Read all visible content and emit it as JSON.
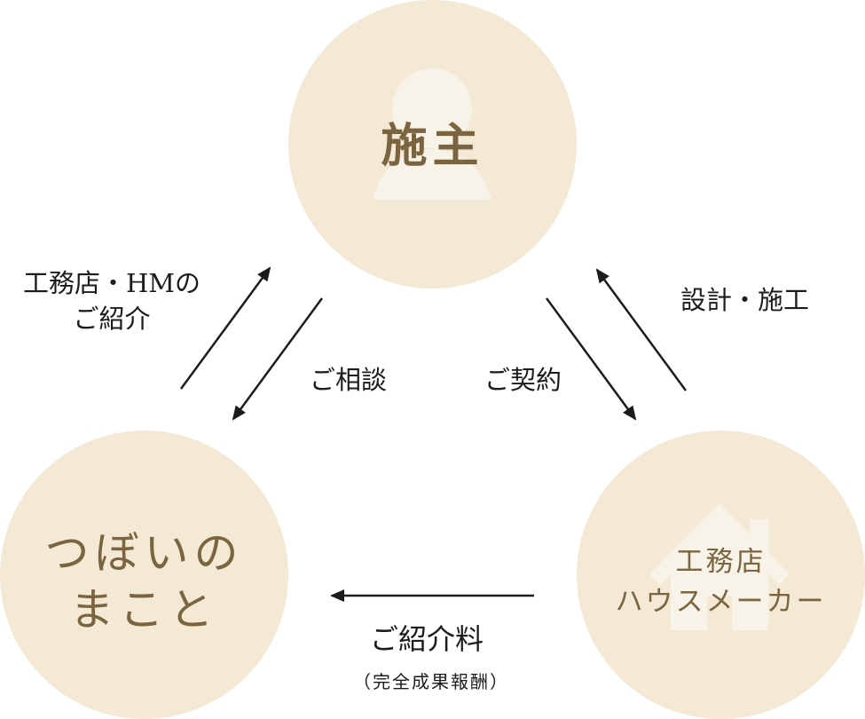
{
  "colors": {
    "node_fill": "#f3e9d5",
    "icon_fill": "#f8f3e8",
    "node_text": "#7b6540",
    "arrow": "#1c1c1c",
    "label_text": "#1c1c1c"
  },
  "nodes": {
    "owner": {
      "label": "施主",
      "icon": "person-icon"
    },
    "tsubomi": {
      "line1": "つぼいの",
      "line2": "まこと"
    },
    "builder": {
      "line1": "工務店",
      "line2": "ハウスメーカー",
      "icon": "house-icon"
    }
  },
  "edges": {
    "intro": {
      "line1": "工務店・HMの",
      "line2": "ご紹介",
      "from": "tsubomi",
      "to": "owner"
    },
    "consult": {
      "label": "ご相談",
      "from": "owner",
      "to": "tsubomi"
    },
    "contract": {
      "label": "ご契約",
      "from": "owner",
      "to": "builder"
    },
    "design": {
      "label": "設計・施工",
      "from": "builder",
      "to": "owner"
    },
    "fee": {
      "label": "ご紹介料",
      "sub": "（完全成果報酬）",
      "from": "builder",
      "to": "tsubomi"
    }
  }
}
